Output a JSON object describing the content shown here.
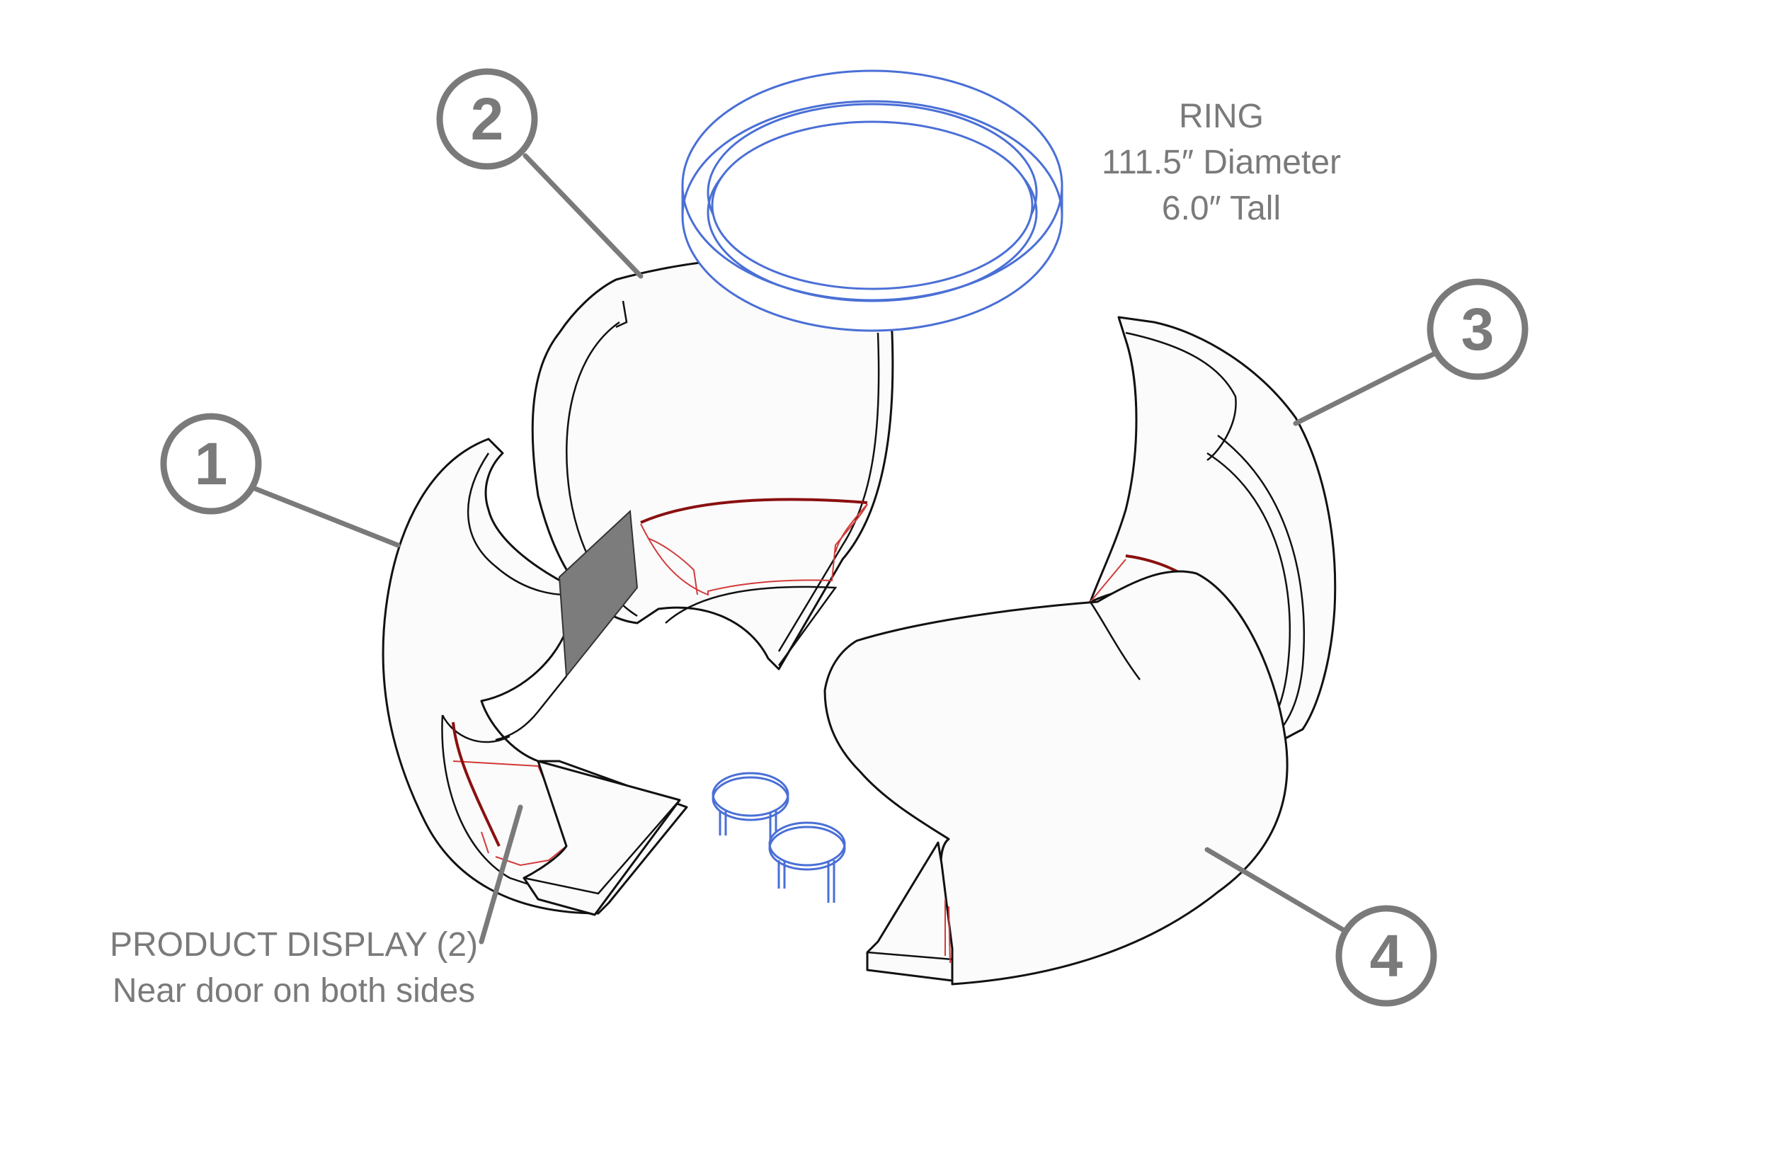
{
  "ring_label": {
    "title": "RING",
    "diameter": "111.5″ Diameter",
    "height": "6.0″ Tall"
  },
  "product_display_label": {
    "line1": "PRODUCT DISPLAY (2)",
    "line2": "Near door on both sides"
  },
  "callouts": [
    "1",
    "2",
    "3",
    "4"
  ],
  "colors": {
    "label_gray": "#7a7a7a",
    "outline_black": "#111111",
    "seat_red": "#d23a3a",
    "ring_blue": "#4a6fd6",
    "display_panel": "#7c7c7c"
  }
}
